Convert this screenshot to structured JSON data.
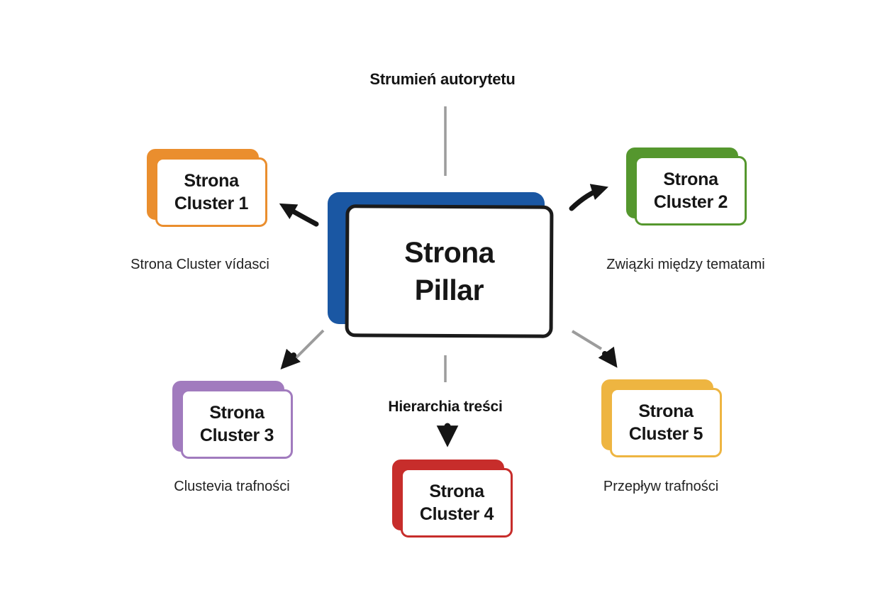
{
  "diagram": {
    "title": "Strumień autorytetu",
    "hierarchy_label": "Hierarchia treści",
    "center_node": {
      "line1": "Strona",
      "line2": "Pillar",
      "color": "#1a57a3"
    },
    "clusters": [
      {
        "line1": "Strona",
        "line2": "Cluster 1",
        "color": "#ea8e2e",
        "caption": "Strona Cluster vídasci"
      },
      {
        "line1": "Strona",
        "line2": "Cluster 2",
        "color": "#55972e",
        "caption": "Związki między tematami"
      },
      {
        "line1": "Strona",
        "line2": "Cluster 3",
        "color": "#a17bbe",
        "caption": "Clustevia trafności"
      },
      {
        "line1": "Strona",
        "line2": "Cluster 4",
        "color": "#c72d2b",
        "caption": ""
      },
      {
        "line1": "Strona",
        "line2": "Cluster 5",
        "color": "#eeb541",
        "caption": "Przepływ trafności"
      }
    ],
    "colors": {
      "arrow_black": "#151515",
      "connector_gray": "#9c9c9c",
      "center_border": "#1b1b1b"
    }
  }
}
